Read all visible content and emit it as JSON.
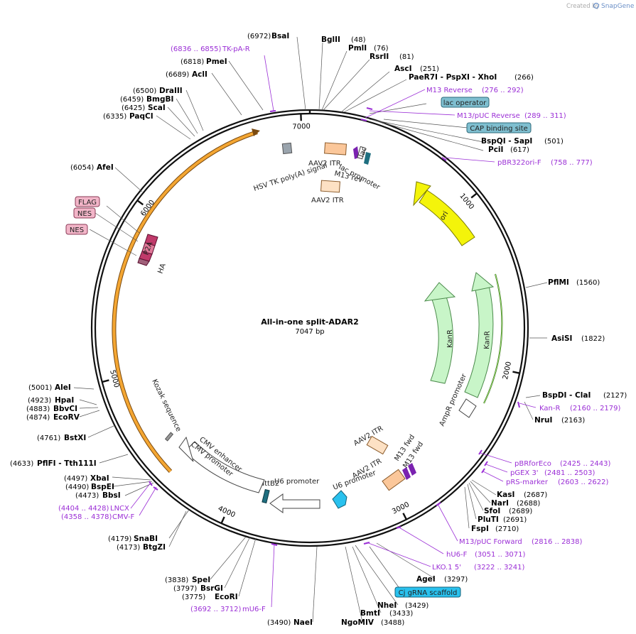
{
  "app": {
    "created_by": "Created by",
    "brand": "SnapGene"
  },
  "plasmid": {
    "name": "All-in-one split-ADAR2",
    "size": "7047 bp",
    "length": 7047
  },
  "ticks": [
    "1000",
    "2000",
    "3000",
    "4000",
    "5000",
    "6000",
    "7000"
  ],
  "enzymes": [
    {
      "pos": "(6972)",
      "name": "BsaI"
    },
    {
      "pos": "(48)",
      "name": "BglII"
    },
    {
      "pos": "(76)",
      "name": "PmlI"
    },
    {
      "pos": "(81)",
      "name": "RsrII"
    },
    {
      "pos": "(251)",
      "name": "AscI"
    },
    {
      "pos": "(266)",
      "name": "PaeR7I - PspXI - XhoI"
    },
    {
      "pos": "(501)",
      "name": "BspQI - SapI"
    },
    {
      "pos": "(617)",
      "name": "PciI"
    },
    {
      "pos": "(1560)",
      "name": "PflMI"
    },
    {
      "pos": "(1822)",
      "name": "AsiSI"
    },
    {
      "pos": "(2127)",
      "name": "BspDI - ClaI"
    },
    {
      "pos": "(2163)",
      "name": "NruI"
    },
    {
      "pos": "(2687)",
      "name": "KasI"
    },
    {
      "pos": "(2688)",
      "name": "NarI"
    },
    {
      "pos": "(2689)",
      "name": "SfoI"
    },
    {
      "pos": "(2691)",
      "name": "PluTI"
    },
    {
      "pos": "(2710)",
      "name": "FspI"
    },
    {
      "pos": "(3297)",
      "name": "AgeI"
    },
    {
      "pos": "(3429)",
      "name": "NheI"
    },
    {
      "pos": "(3433)",
      "name": "BmtI"
    },
    {
      "pos": "(3488)",
      "name": "NgoMIV"
    },
    {
      "pos": "(3490)",
      "name": "NaeI"
    },
    {
      "pos": "(3775)",
      "name": "EcoRI"
    },
    {
      "pos": "(3797)",
      "name": "BsrGI"
    },
    {
      "pos": "(3838)",
      "name": "SpeI"
    },
    {
      "pos": "(4173)",
      "name": "BtgZI"
    },
    {
      "pos": "(4179)",
      "name": "SnaBI"
    },
    {
      "pos": "(4473)",
      "name": "BbsI"
    },
    {
      "pos": "(4490)",
      "name": "BspEI"
    },
    {
      "pos": "(4497)",
      "name": "XbaI"
    },
    {
      "pos": "(4633)",
      "name": "PflFI - Tth111I"
    },
    {
      "pos": "(4761)",
      "name": "BstXI"
    },
    {
      "pos": "(4874)",
      "name": "EcoRV"
    },
    {
      "pos": "(4883)",
      "name": "BbvCI"
    },
    {
      "pos": "(4923)",
      "name": "HpaI"
    },
    {
      "pos": "(5001)",
      "name": "AleI"
    },
    {
      "pos": "(6054)",
      "name": "AfeI"
    },
    {
      "pos": "(6335)",
      "name": "PaqCI"
    },
    {
      "pos": "(6425)",
      "name": "ScaI"
    },
    {
      "pos": "(6459)",
      "name": "BmgBI"
    },
    {
      "pos": "(6500)",
      "name": "DraIII"
    },
    {
      "pos": "(6689)",
      "name": "AclI"
    },
    {
      "pos": "(6818)",
      "name": "PmeI"
    }
  ],
  "primers": [
    {
      "name": "TK-pA-R",
      "range": "(6836 .. 6855)"
    },
    {
      "name": "M13 Reverse",
      "range": "(276 .. 292)"
    },
    {
      "name": "M13/pUC Reverse",
      "range": "(289 .. 311)"
    },
    {
      "name": "pBR322ori-F",
      "range": "(758 .. 777)"
    },
    {
      "name": "Kan-R",
      "range": "(2160 .. 2179)"
    },
    {
      "name": "pBRforEco",
      "range": "(2425 .. 2443)"
    },
    {
      "name": "pGEX 3'",
      "range": "(2481 .. 2503)"
    },
    {
      "name": "pRS-marker",
      "range": "(2603 .. 2622)"
    },
    {
      "name": "M13/pUC Forward",
      "range": "(2816 .. 2838)"
    },
    {
      "name": "hU6-F",
      "range": "(3051 .. 3071)"
    },
    {
      "name": "LKO.1 5'",
      "range": "(3222 .. 3241)"
    },
    {
      "name": "mU6-F",
      "range": "(3692 .. 3712)"
    },
    {
      "name": "CMV-F",
      "range": "(4358 .. 4378)"
    },
    {
      "name": "LNCX",
      "range": "(4404 .. 4428)"
    }
  ],
  "boxed_labels": {
    "lac_operator": "lac operator",
    "cap_site": "CAP binding site",
    "cj_scaffold": "Cj gRNA scaffold",
    "flag": "FLAG",
    "nes1": "NES",
    "nes2": "NES"
  },
  "features": {
    "hsv_tk": "HSV TK poly(A) signal",
    "aav2_itr_1": "AAV2 ITR",
    "aav2_itr_2": "AAV2 ITR",
    "aav2_itr_3": "AAV2 ITR",
    "aav2_itr_4": "AAV2 ITR",
    "m13_rev": "M13 rev",
    "lac_promoter": "lac promoter",
    "lac_small": "lac",
    "ori": "ori",
    "kanr_1": "KanR",
    "kanr_2": "KanR",
    "ampr_promoter": "AmpR promoter",
    "m13_fwd_1": "M13 fwd",
    "m13_fwd_2": "M13 fwd",
    "u6_promoter_1": "U6 promoter",
    "u6_promoter_2": "U6 promoter",
    "attb2": "attB2",
    "cmv_enhancer": "CMV enhancer",
    "cmv_promoter": "CMV promoter",
    "kozak": "Kozak sequence",
    "p2a": "P2A",
    "ha": "HA"
  },
  "colors": {
    "backbone": "#111111",
    "primer": "#9b2fd6",
    "ori": "#f4f40a",
    "kanr": "#c8f5c8",
    "itr": "#fbc79a",
    "orange_arc": "#f4a632",
    "u6": "#29c1ee",
    "boxed_blue": "#7fbfd0",
    "boxed_pink": "#f2b5c8"
  }
}
